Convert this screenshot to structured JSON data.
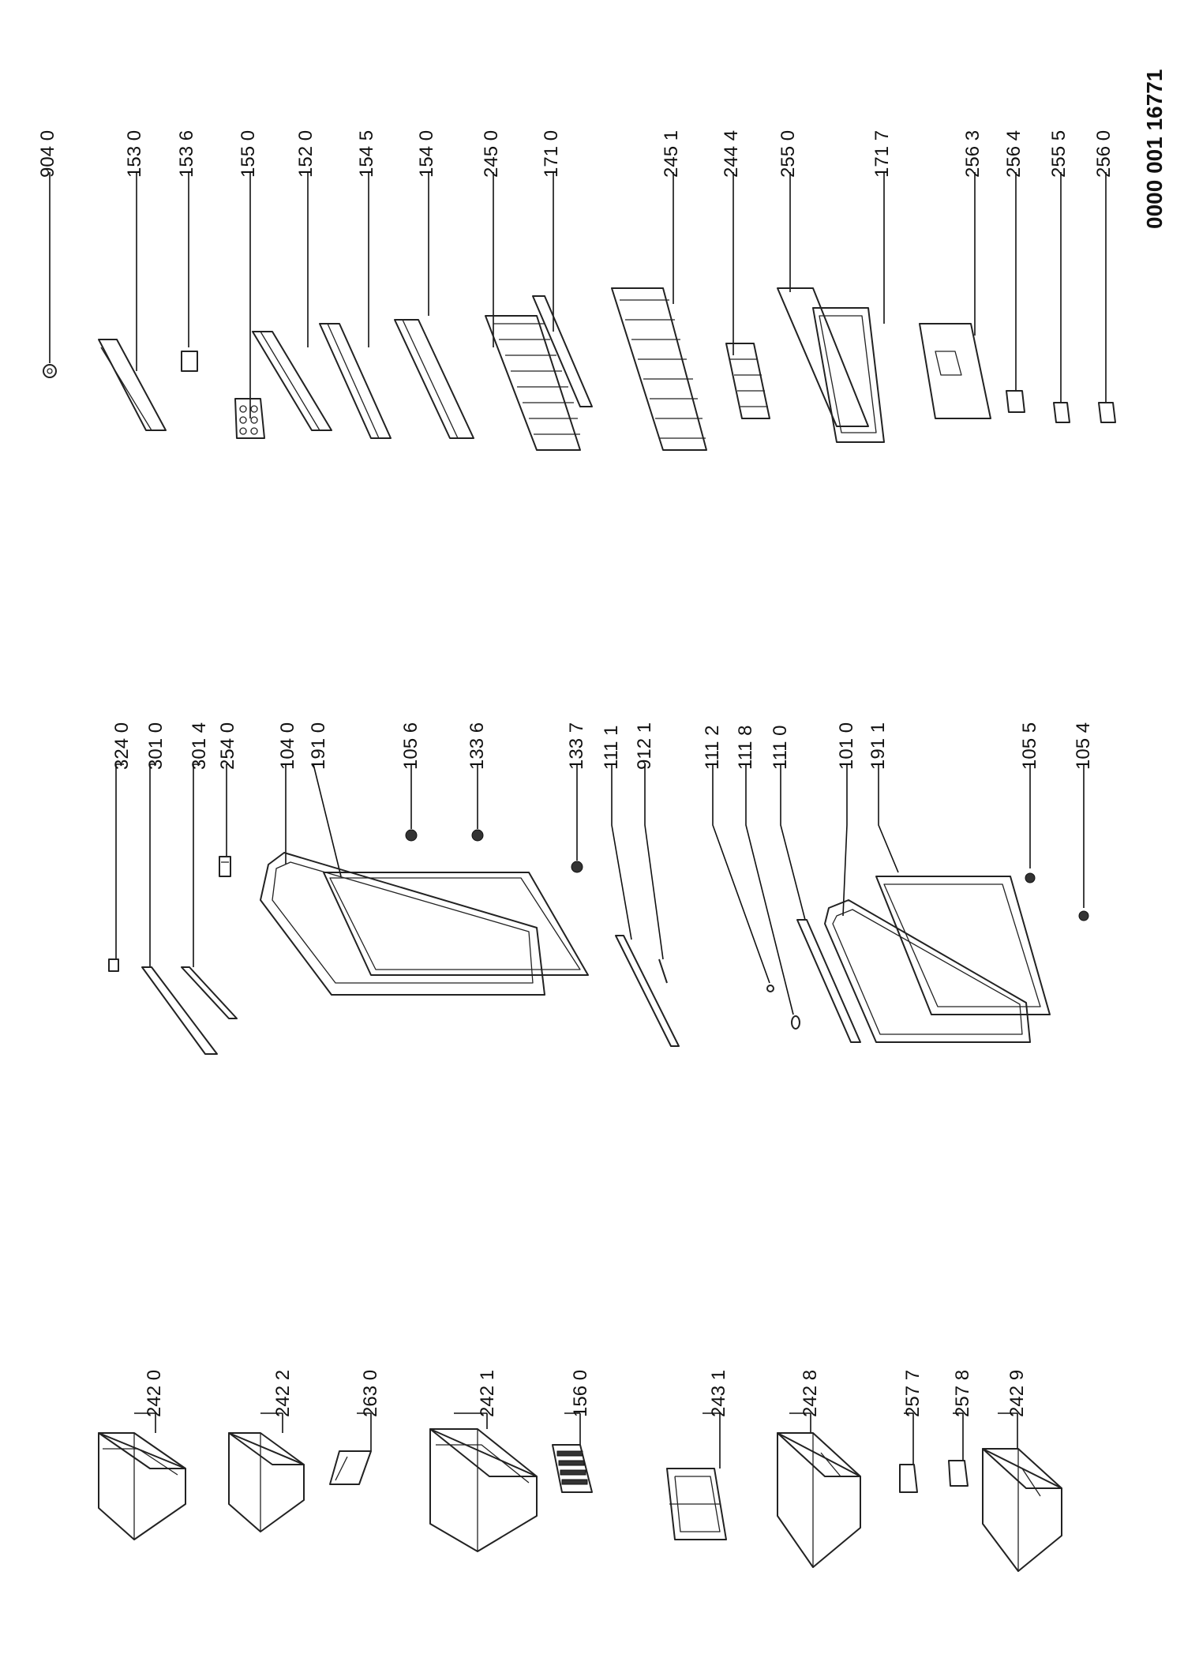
{
  "document_number": "0000 001 16771",
  "callouts": {
    "left_column": [
      "242 0",
      "242 2",
      "263 0",
      "242 1",
      "156 0",
      "243 1",
      "242 8",
      "257 7",
      "257 8",
      "242 9"
    ],
    "middle_column": [
      "324 0",
      "301 0",
      "301 4",
      "254 0",
      "104 0",
      "191 0",
      "105 6",
      "133 6",
      "133 7",
      "111 1",
      "912 1",
      "111 2",
      "111 8",
      "111 0",
      "101 0",
      "191 1",
      "105 5",
      "105 4"
    ],
    "right_column": [
      "904 0",
      "153 0",
      "153 6",
      "155 0",
      "152 0",
      "154 5",
      "154 0",
      "245 0",
      "171 0",
      "245 1",
      "244 4",
      "255 0",
      "171 7",
      "256 3",
      "256 4",
      "255 5",
      "256 0"
    ]
  }
}
